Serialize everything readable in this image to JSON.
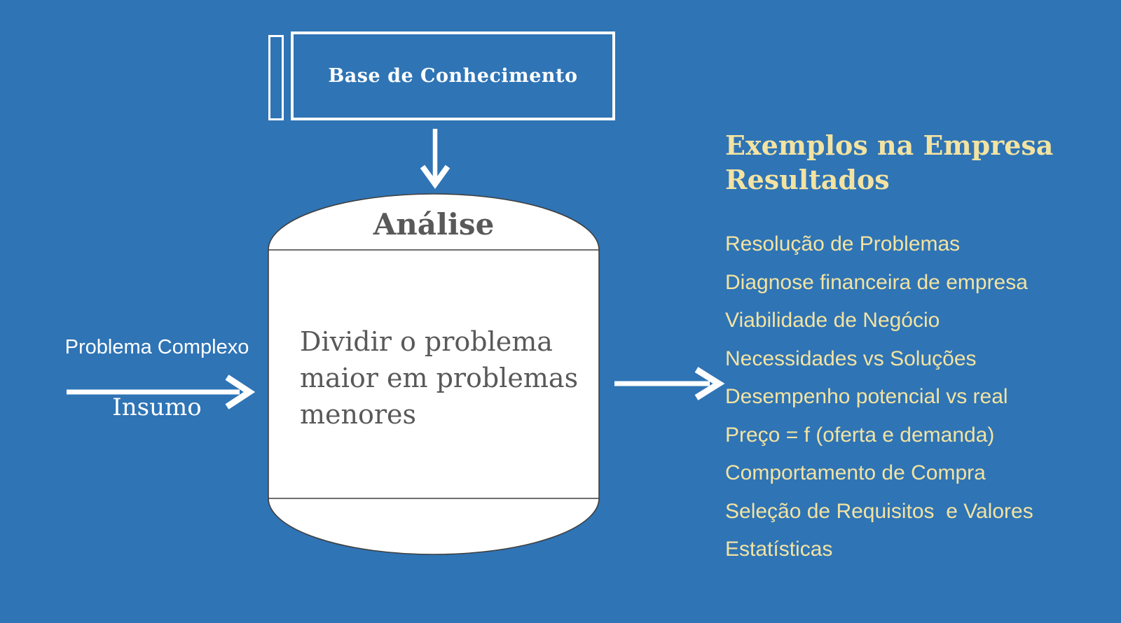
{
  "slide": {
    "background_color": "#2F74B5",
    "accent_yellow": "#F2E3A2",
    "text_white": "#FFFFFF",
    "text_dark_gray": "#595959"
  },
  "knowledge_base": {
    "label": "Base de Conhecimento"
  },
  "analysis_cylinder": {
    "title": "Análise",
    "description": "Dividir o problema\nmaior em problemas\nmenores"
  },
  "input_flow": {
    "label_top": "Problema Complexo",
    "label_bottom": "Insumo"
  },
  "results_panel": {
    "heading_line1": "Exemplos na Empresa",
    "heading_line2": "Resultados",
    "items": [
      "Resolução de Problemas",
      "Diagnose financeira de empresa",
      "Viabilidade de Negócio",
      "Necessidades vs Soluções",
      "Desempenho potencial vs real",
      "Preço = f (oferta e demanda)",
      "Comportamento de Compra",
      "Seleção de Requisitos  e Valores",
      "Estatísticas"
    ]
  },
  "connectors": {
    "knowledge_to_analysis": "down-arrow",
    "input_to_analysis": "right-arrow",
    "analysis_to_results": "right-arrow"
  }
}
